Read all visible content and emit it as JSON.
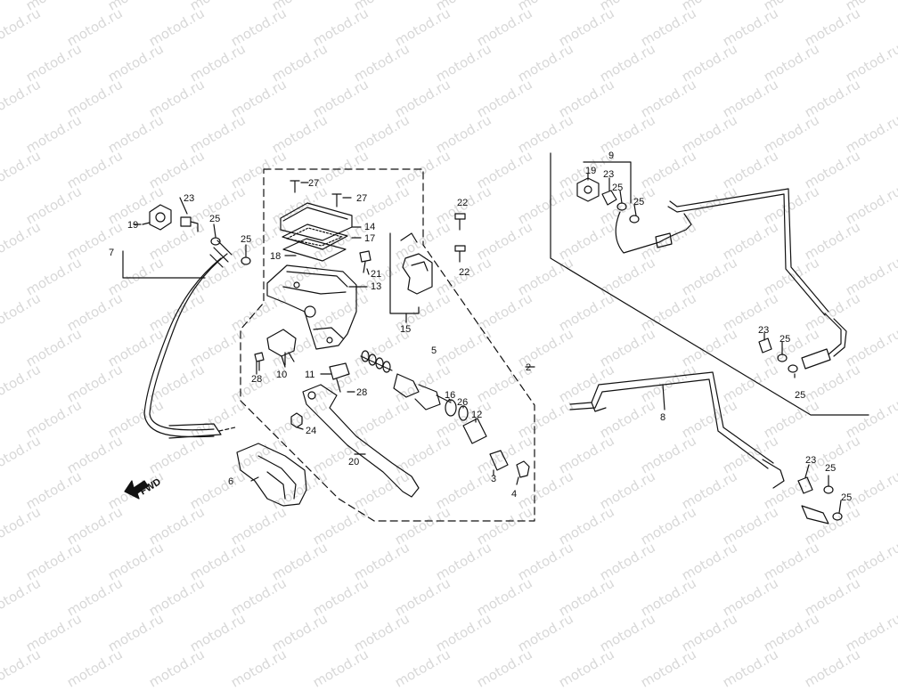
{
  "watermark": {
    "text": "motod.ru",
    "color": "#d8d8d8"
  },
  "direction": {
    "text": "FWD"
  },
  "callouts": [
    "27",
    "27",
    "22",
    "22",
    "14",
    "17",
    "18",
    "21",
    "13",
    "15",
    "23",
    "19",
    "25",
    "7",
    "25",
    "5",
    "28",
    "10",
    "11",
    "28",
    "16",
    "26",
    "12",
    "2",
    "24",
    "20",
    "6",
    "3",
    "4",
    "9",
    "19",
    "23",
    "25",
    "25",
    "23",
    "25",
    "25",
    "8",
    "23",
    "25",
    "25"
  ]
}
